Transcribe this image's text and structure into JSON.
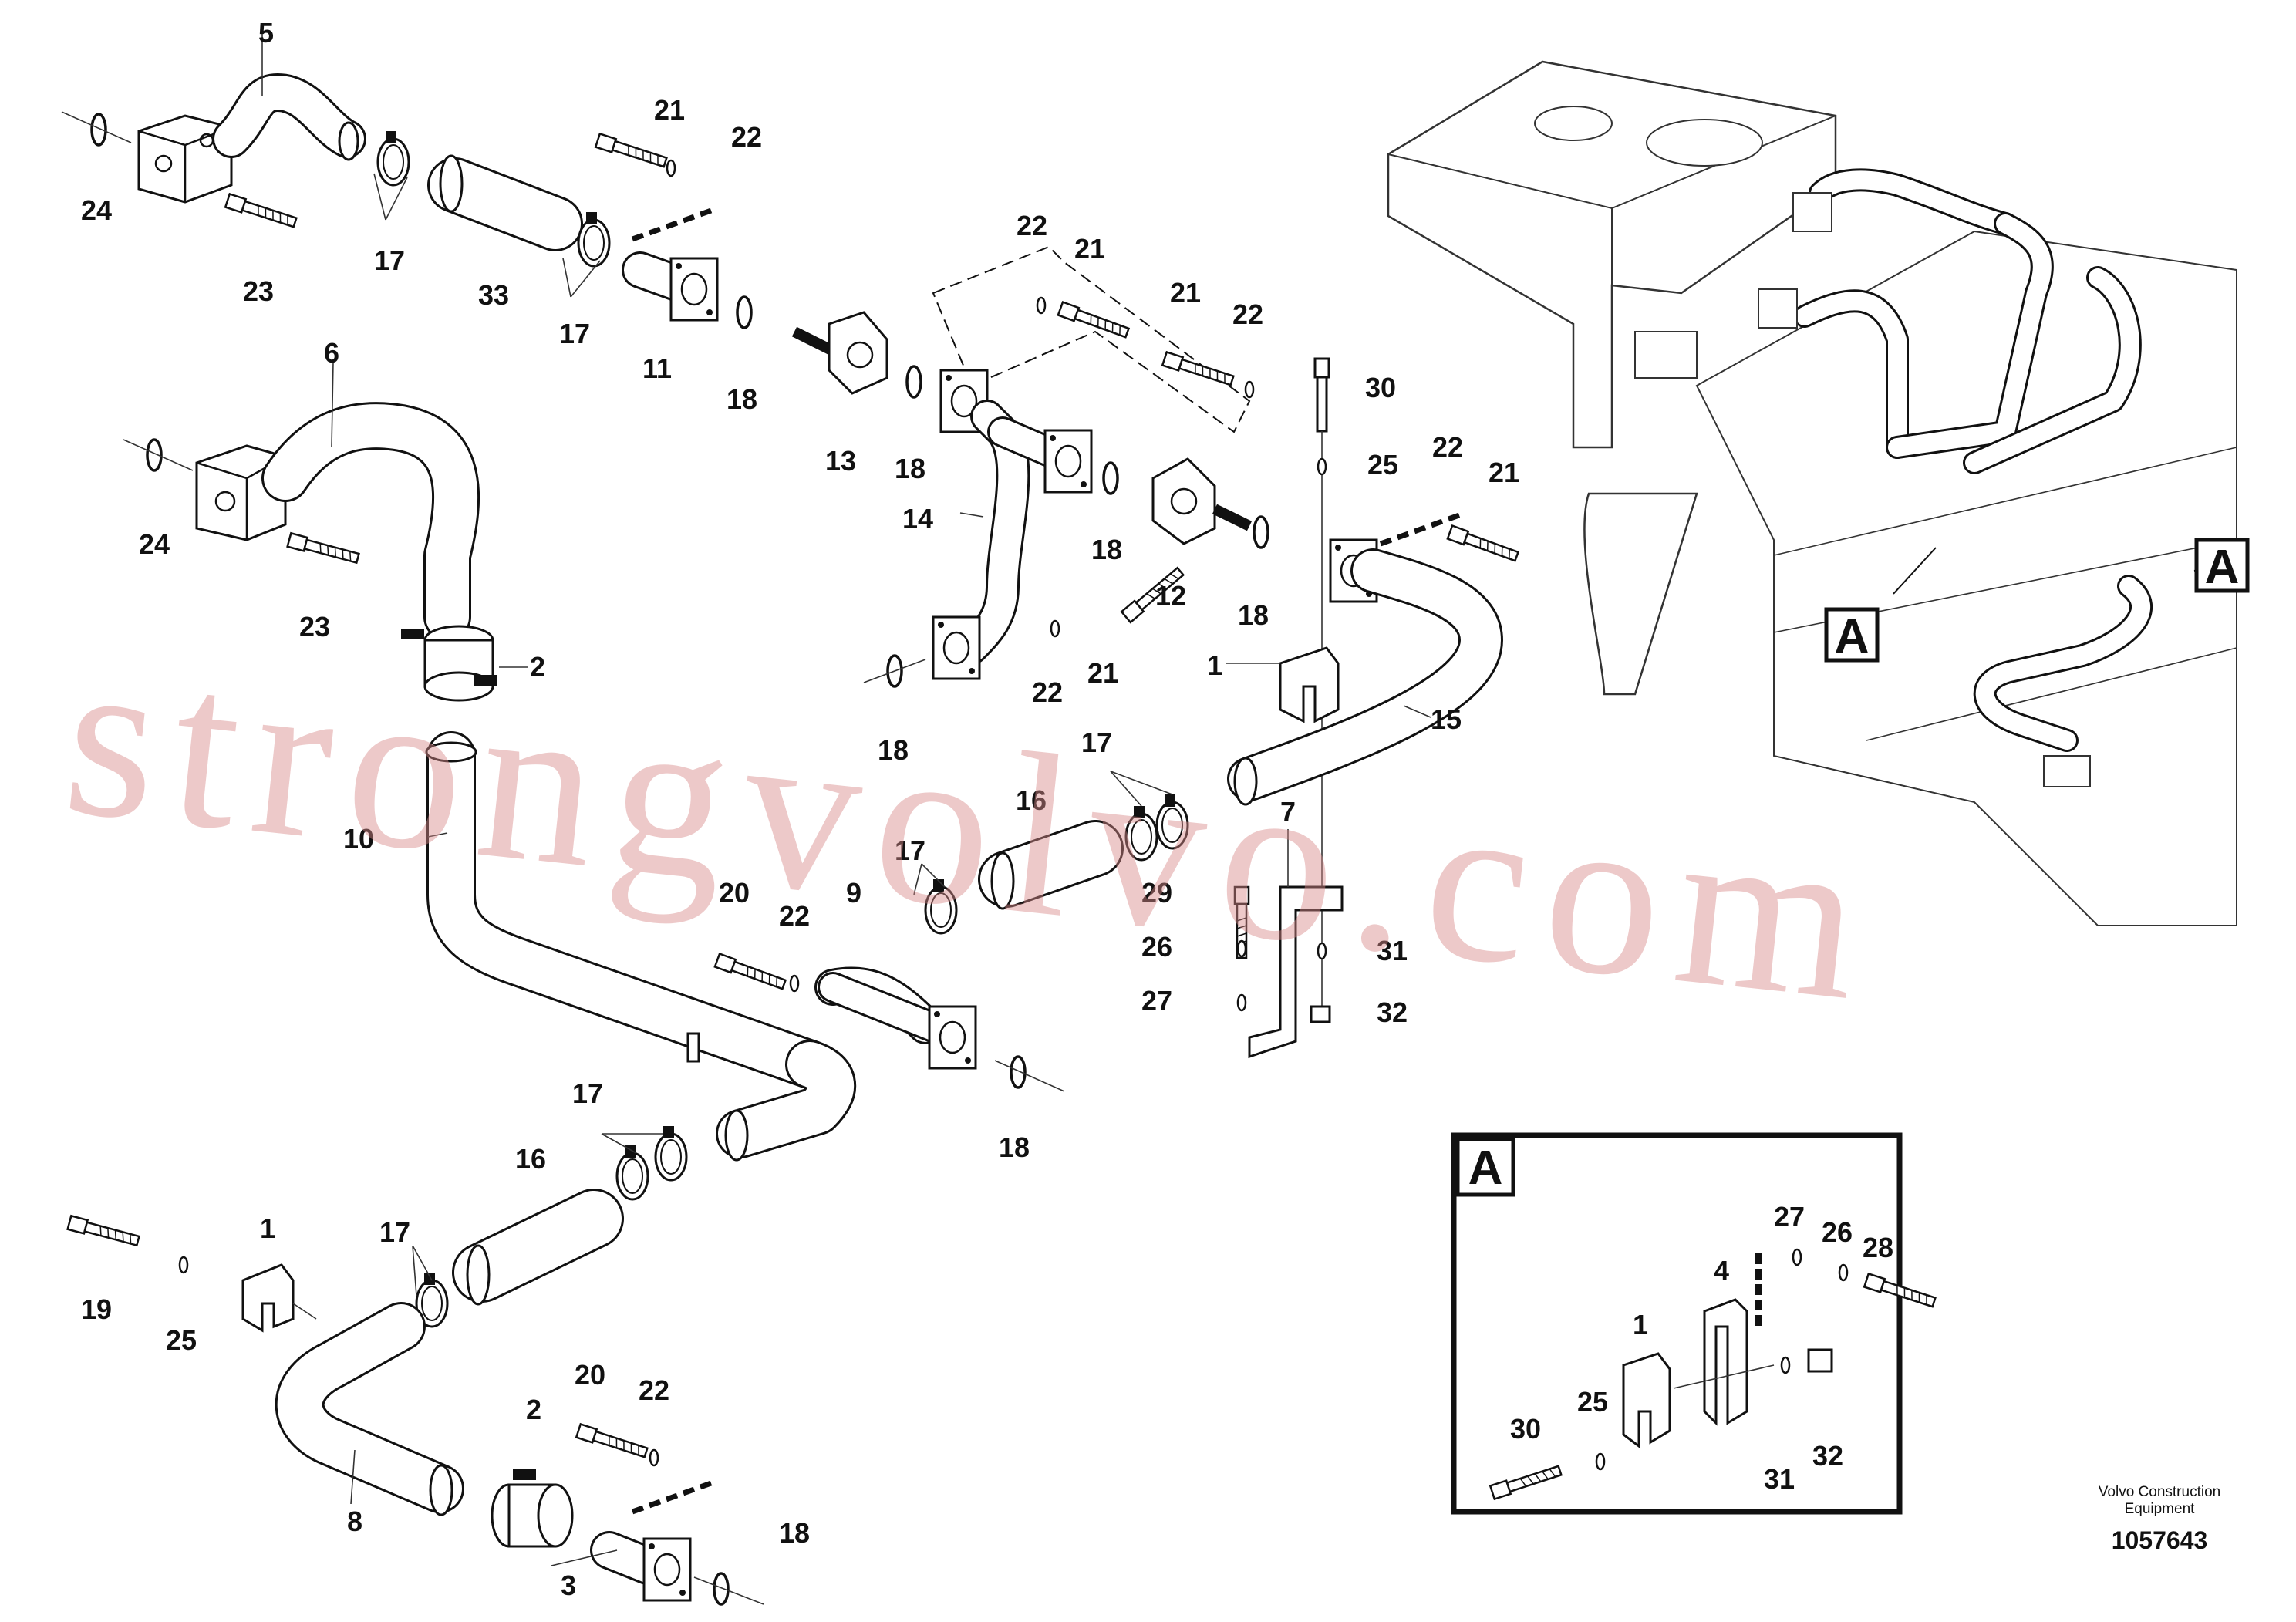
{
  "watermark": "strongvolvo.com",
  "brand": {
    "line1": "Volvo Construction",
    "line2": "Equipment"
  },
  "doc_number": "1057643",
  "view_marker": "A",
  "detail_box": {
    "title": "A"
  },
  "callouts": [
    {
      "id": "c5",
      "text": "5"
    },
    {
      "id": "c24a",
      "text": "24"
    },
    {
      "id": "c23a",
      "text": "23"
    },
    {
      "id": "c17a",
      "text": "17"
    },
    {
      "id": "c33",
      "text": "33"
    },
    {
      "id": "c17b",
      "text": "17"
    },
    {
      "id": "c11",
      "text": "11"
    },
    {
      "id": "c21a",
      "text": "21"
    },
    {
      "id": "c22a",
      "text": "22"
    },
    {
      "id": "c18a",
      "text": "18"
    },
    {
      "id": "c22b",
      "text": "22"
    },
    {
      "id": "c21b",
      "text": "21"
    },
    {
      "id": "c21c",
      "text": "21"
    },
    {
      "id": "c22c",
      "text": "22"
    },
    {
      "id": "c30",
      "text": "30"
    },
    {
      "id": "c25a",
      "text": "25"
    },
    {
      "id": "c22d",
      "text": "22"
    },
    {
      "id": "c21d",
      "text": "21"
    },
    {
      "id": "c13",
      "text": "13"
    },
    {
      "id": "c18b",
      "text": "18"
    },
    {
      "id": "c14",
      "text": "14"
    },
    {
      "id": "c18c",
      "text": "18"
    },
    {
      "id": "c12",
      "text": "12"
    },
    {
      "id": "c18d",
      "text": "18"
    },
    {
      "id": "c6",
      "text": "6"
    },
    {
      "id": "c24b",
      "text": "24"
    },
    {
      "id": "c23b",
      "text": "23"
    },
    {
      "id": "c2a",
      "text": "2"
    },
    {
      "id": "c18e",
      "text": "18"
    },
    {
      "id": "c22e",
      "text": "22"
    },
    {
      "id": "c21e",
      "text": "21"
    },
    {
      "id": "c1a",
      "text": "1"
    },
    {
      "id": "c15",
      "text": "15"
    },
    {
      "id": "c17c",
      "text": "17"
    },
    {
      "id": "c16a",
      "text": "16"
    },
    {
      "id": "c7",
      "text": "7"
    },
    {
      "id": "c10",
      "text": "10"
    },
    {
      "id": "c17d",
      "text": "17"
    },
    {
      "id": "c29",
      "text": "29"
    },
    {
      "id": "c20a",
      "text": "20"
    },
    {
      "id": "c22f",
      "text": "22"
    },
    {
      "id": "c9",
      "text": "9"
    },
    {
      "id": "c26a",
      "text": "26"
    },
    {
      "id": "c31a",
      "text": "31"
    },
    {
      "id": "c27a",
      "text": "27"
    },
    {
      "id": "c32a",
      "text": "32"
    },
    {
      "id": "c18f",
      "text": "18"
    },
    {
      "id": "c17e",
      "text": "17"
    },
    {
      "id": "c16b",
      "text": "16"
    },
    {
      "id": "c1b",
      "text": "1"
    },
    {
      "id": "c19",
      "text": "19"
    },
    {
      "id": "c25b",
      "text": "25"
    },
    {
      "id": "c17f",
      "text": "17"
    },
    {
      "id": "c20b",
      "text": "20"
    },
    {
      "id": "c22g",
      "text": "22"
    },
    {
      "id": "c2b",
      "text": "2"
    },
    {
      "id": "c8",
      "text": "8"
    },
    {
      "id": "c18g",
      "text": "18"
    },
    {
      "id": "c3",
      "text": "3"
    },
    {
      "id": "c27b",
      "text": "27"
    },
    {
      "id": "c26b",
      "text": "26"
    },
    {
      "id": "c28",
      "text": "28"
    },
    {
      "id": "c4",
      "text": "4"
    },
    {
      "id": "c1c",
      "text": "1"
    },
    {
      "id": "c30b",
      "text": "30"
    },
    {
      "id": "c25c",
      "text": "25"
    },
    {
      "id": "c31b",
      "text": "31"
    },
    {
      "id": "c32b",
      "text": "32"
    }
  ]
}
